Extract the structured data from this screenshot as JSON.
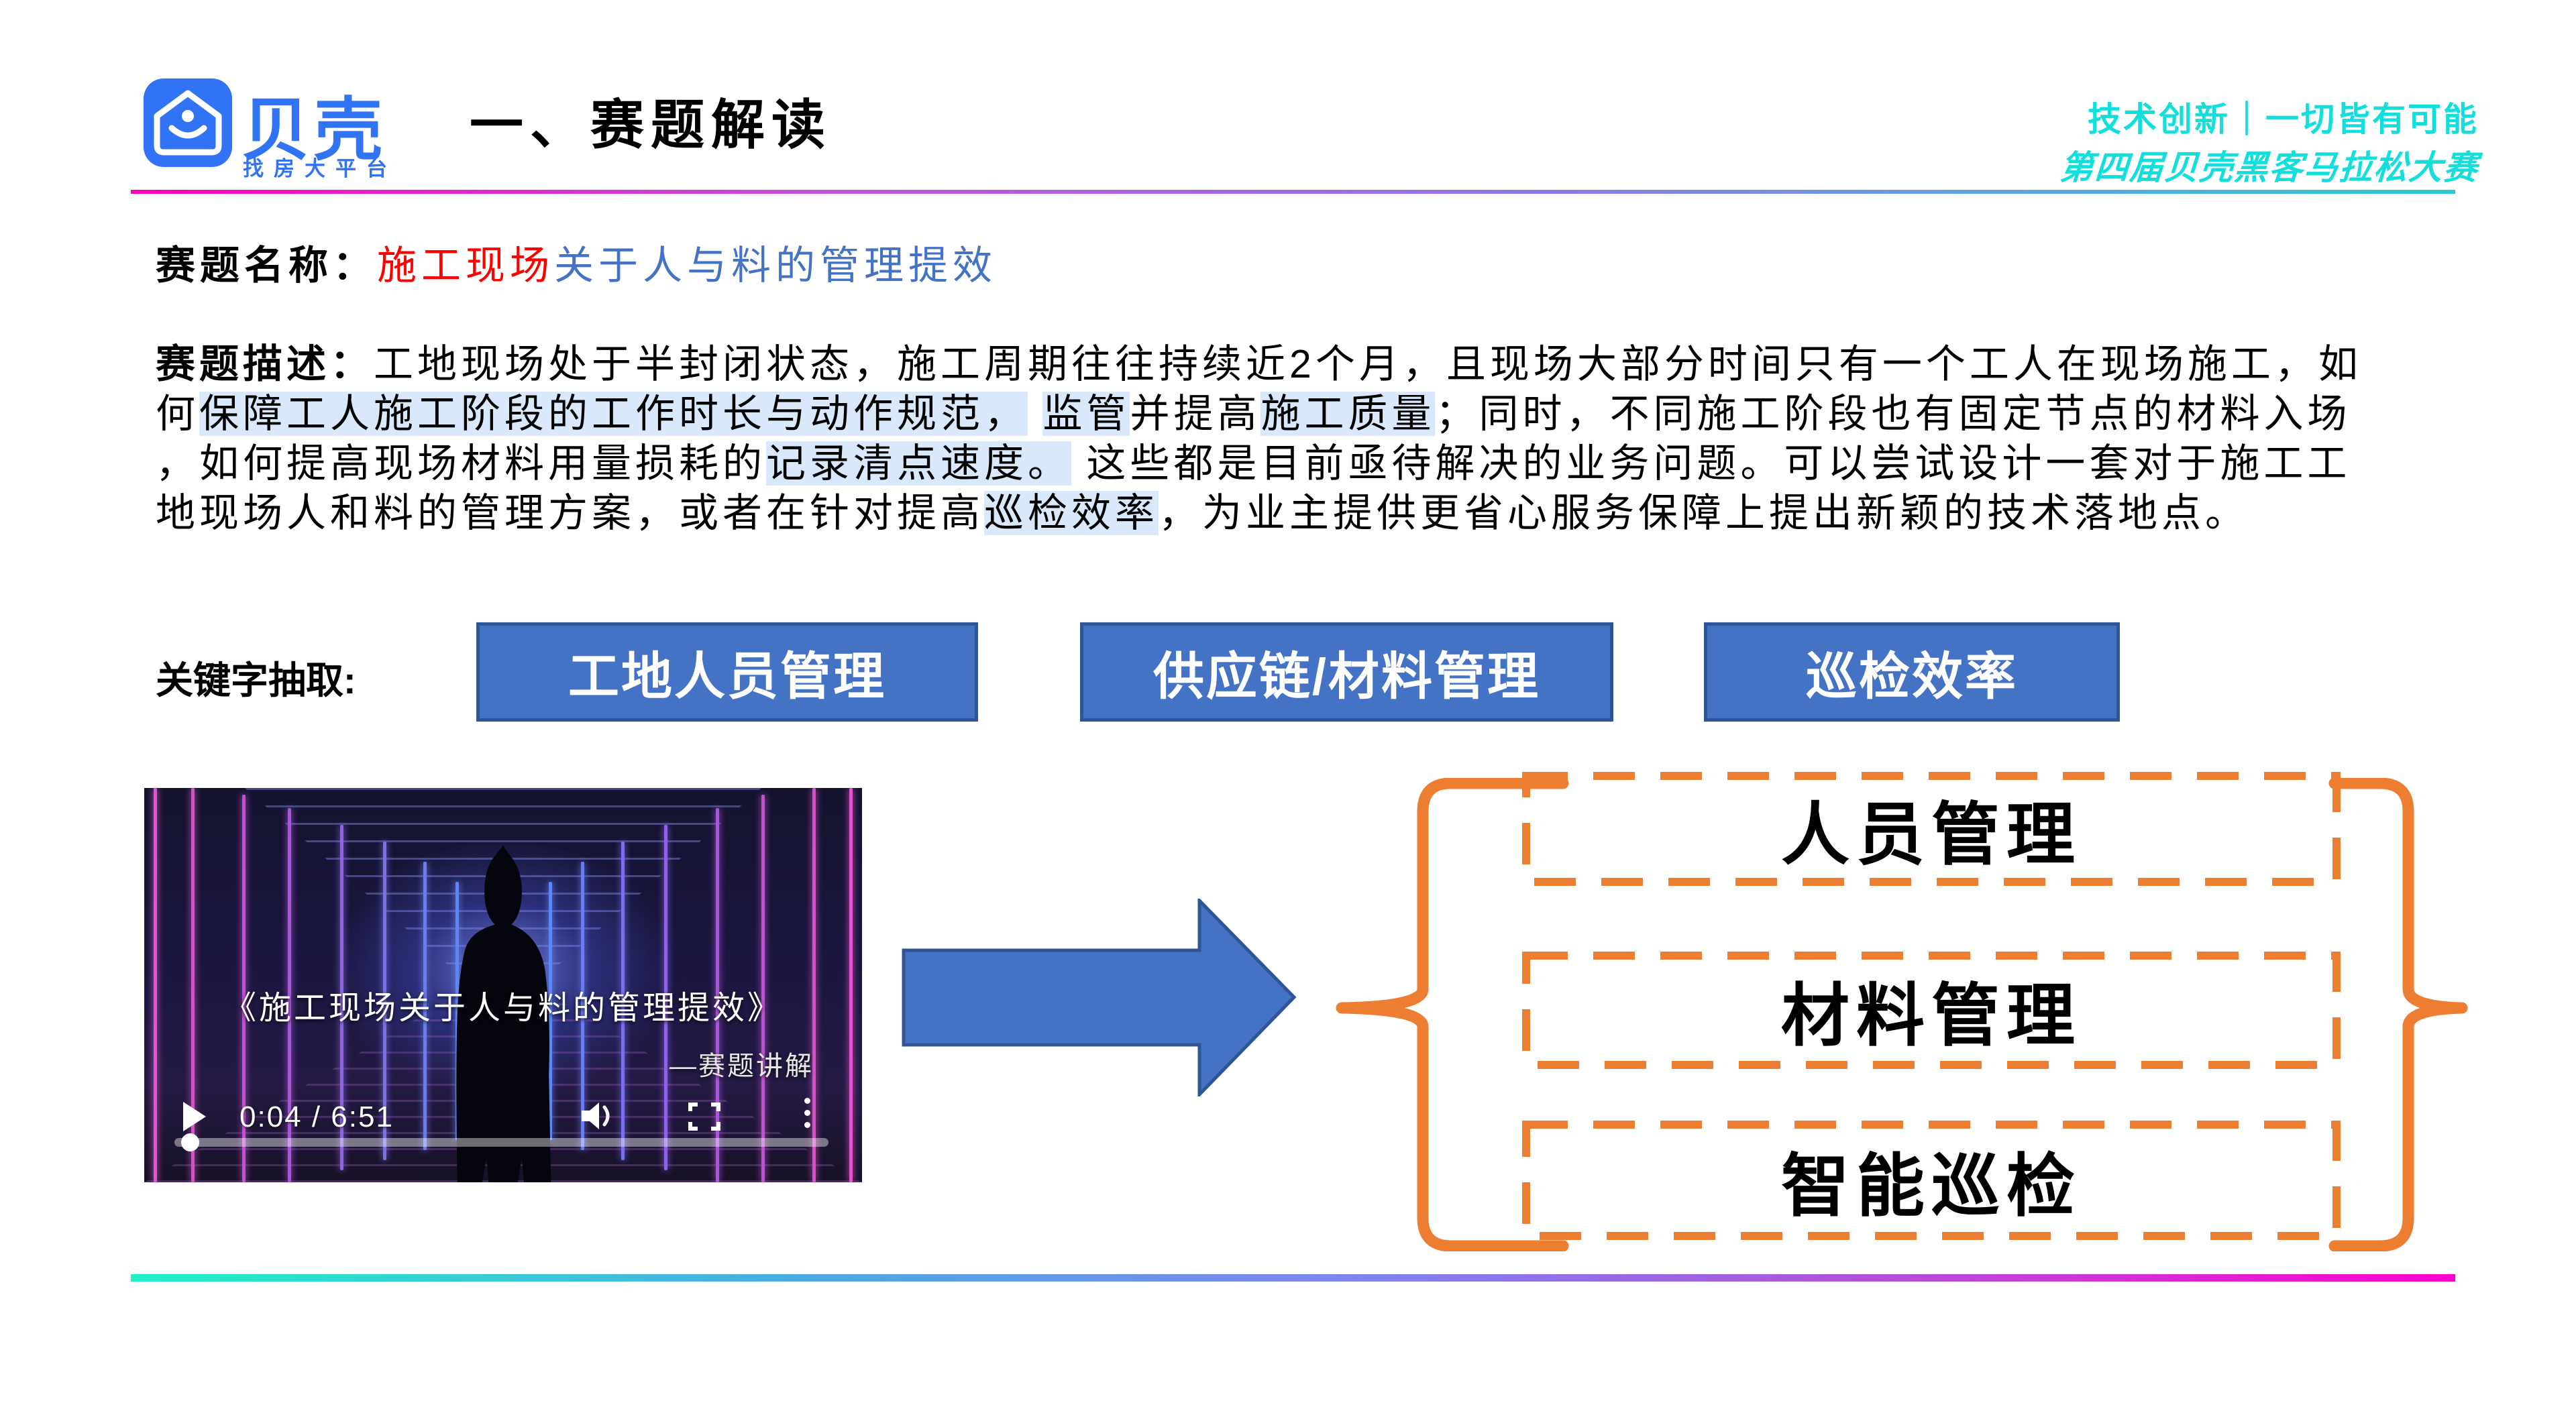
{
  "header": {
    "logo_brand": "贝壳",
    "logo_subtitle": "找房大平台",
    "title": "一、赛题解读",
    "slogan_line1": "技术创新｜一切皆有可能",
    "slogan_line2": "第四届贝壳黑客马拉松大赛"
  },
  "topic": {
    "name_label": "赛题名称：",
    "name_red": "施工现场",
    "name_blue": "关于人与料的管理提效",
    "desc_lines": [
      [
        {
          "t": "赛题描述：",
          "b": true
        },
        {
          "t": "工地现场处于半封闭状态，施工周期往往持续近2个月，且现场大部分时间只有一个工人在现场施工，如"
        }
      ],
      [
        {
          "t": "何"
        },
        {
          "t": "保障工人施工阶段的工作时长与动作规范，",
          "hl": true
        },
        {
          "t": " "
        },
        {
          "t": "监管",
          "hl": true
        },
        {
          "t": "并提高"
        },
        {
          "t": "施工质量",
          "hl": true
        },
        {
          "t": "；同时，不同施工阶段也有固定节点的材料入场"
        }
      ],
      [
        {
          "t": "，如何提高现场材料用量损耗的"
        },
        {
          "t": "记录清点速度。",
          "hl": true
        },
        {
          "t": " 这些都是目前亟待解决的业务问题。可以尝试设计一套对于施工工"
        }
      ],
      [
        {
          "t": "地现场人和料的管理方案，或者在针对提高"
        },
        {
          "t": "巡检效率",
          "hl": true
        },
        {
          "t": "，为业主提供更省心服务保障上提出新颖的技术落地点。"
        }
      ]
    ]
  },
  "keywords": {
    "label": "关键字抽取:",
    "buttons": [
      "工地人员管理",
      "供应链/材料管理",
      "巡检效率"
    ]
  },
  "video": {
    "title": "《施工现场关于人与料的管理提效》",
    "subtitle": "—赛题讲解",
    "time": "0:04 / 6:51"
  },
  "outcomes": [
    "人员管理",
    "材料管理",
    "智能巡检"
  ],
  "colors": {
    "beike-blue": "#3173F5",
    "cyan": "#12DFDB",
    "accent-blue": "#4472C4",
    "border-blue": "#2F5597",
    "orange": "#ED7D31",
    "red": "#FF0000",
    "highlight": "#D9E8FB",
    "divider-top-left": "#FF00BE",
    "divider-top-right": "#2BC9CF",
    "divider-bottom-left": "#1EF2C6",
    "divider-bottom-right": "#FF00CC"
  }
}
